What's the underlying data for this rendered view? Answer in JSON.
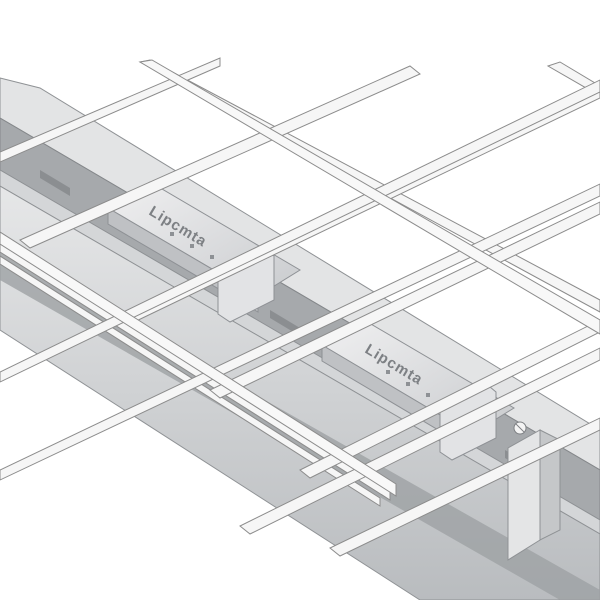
{
  "illustration": {
    "subject": "wire-mesh-cable-tray-on-strut-channel",
    "brand_marks": [
      {
        "text": "Lipcmta",
        "on": "upper-bracket"
      },
      {
        "text": "Lipcmta",
        "on": "lower-bracket"
      }
    ],
    "colors": {
      "background": "#ffffff",
      "wire": "#f4f4f4",
      "wire_outline": "#8c8c8c",
      "channel_face": "#c7c9cb",
      "channel_top": "#e9eaeb",
      "channel_shadow": "#9fa2a5",
      "bracket": "#d9dadc",
      "bracket_outline": "#8e9195"
    }
  }
}
